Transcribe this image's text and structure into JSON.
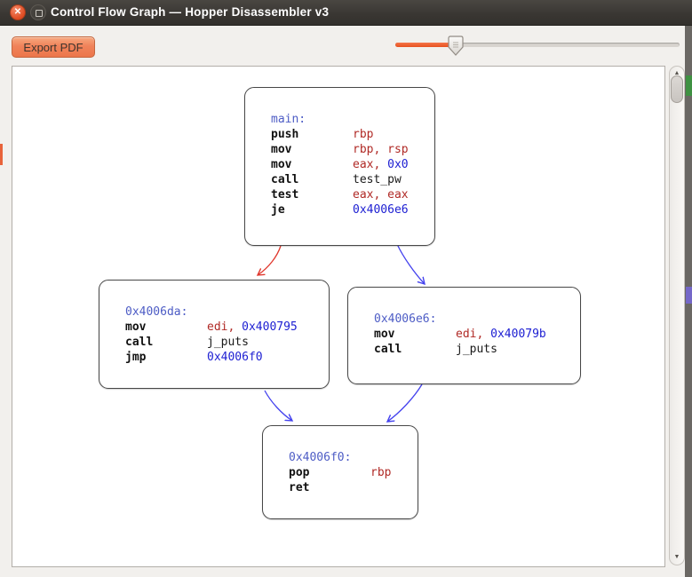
{
  "window": {
    "title": "Control Flow Graph — Hopper Disassembler v3",
    "close_glyph": "✕"
  },
  "toolbar": {
    "export_button_label": "Export PDF",
    "zoom_slider": {
      "value_percent": 21
    }
  },
  "scrollbar": {
    "up_glyph": "▲",
    "down_glyph": "▼"
  },
  "graph": {
    "nodes": [
      {
        "id": "main",
        "label": "main:",
        "instructions": [
          {
            "mnemonic": "push",
            "ops": [
              {
                "t": "rbp",
                "c": "reg"
              }
            ]
          },
          {
            "mnemonic": "mov",
            "ops": [
              {
                "t": "rbp, rsp",
                "c": "reg"
              }
            ]
          },
          {
            "mnemonic": "mov",
            "ops": [
              {
                "t": "eax, ",
                "c": "reg"
              },
              {
                "t": "0x0",
                "c": "imm"
              }
            ]
          },
          {
            "mnemonic": "call",
            "ops": [
              {
                "t": "test_pw",
                "c": "sym"
              }
            ]
          },
          {
            "mnemonic": "test",
            "ops": [
              {
                "t": "eax, eax",
                "c": "reg"
              }
            ]
          },
          {
            "mnemonic": "je",
            "ops": [
              {
                "t": "0x4006e6",
                "c": "imm"
              }
            ]
          }
        ]
      },
      {
        "id": "0x4006da",
        "label": "0x4006da:",
        "instructions": [
          {
            "mnemonic": "mov",
            "ops": [
              {
                "t": "edi, ",
                "c": "reg"
              },
              {
                "t": "0x400795",
                "c": "imm"
              }
            ]
          },
          {
            "mnemonic": "call",
            "ops": [
              {
                "t": "j_puts",
                "c": "sym"
              }
            ]
          },
          {
            "mnemonic": "jmp",
            "ops": [
              {
                "t": "0x4006f0",
                "c": "imm"
              }
            ]
          }
        ]
      },
      {
        "id": "0x4006e6",
        "label": "0x4006e6:",
        "instructions": [
          {
            "mnemonic": "mov",
            "ops": [
              {
                "t": "edi, ",
                "c": "reg"
              },
              {
                "t": "0x40079b",
                "c": "imm"
              }
            ]
          },
          {
            "mnemonic": "call",
            "ops": [
              {
                "t": "j_puts",
                "c": "sym"
              }
            ]
          }
        ]
      },
      {
        "id": "0x4006f0",
        "label": "0x4006f0:",
        "instructions": [
          {
            "mnemonic": "pop",
            "ops": [
              {
                "t": "rbp",
                "c": "reg"
              }
            ]
          },
          {
            "mnemonic": "ret",
            "ops": []
          }
        ]
      }
    ],
    "edges": [
      {
        "from": "main",
        "to": "0x4006da",
        "color": "#e0382e"
      },
      {
        "from": "main",
        "to": "0x4006e6",
        "color": "#4442ee"
      },
      {
        "from": "0x4006da",
        "to": "0x4006f0",
        "color": "#4442ee"
      },
      {
        "from": "0x4006e6",
        "to": "0x4006f0",
        "color": "#4442ee"
      }
    ]
  },
  "colors": {
    "titlebar": "#3a3733",
    "accent_orange": "#ef6c3e",
    "node_label_blue": "#4d5cc5",
    "immediate_blue": "#1c1ed2",
    "register_red": "#b02a26",
    "edge_red": "#e0382e",
    "edge_blue": "#4442ee"
  }
}
